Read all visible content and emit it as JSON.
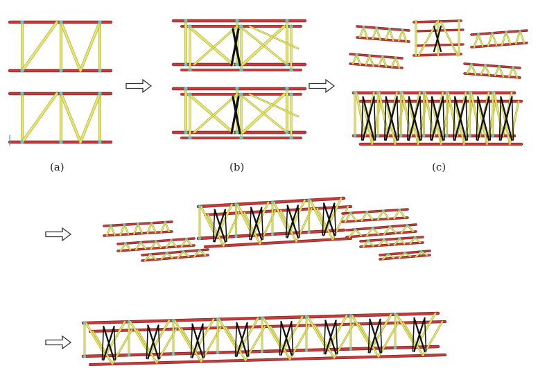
{
  "labels": {
    "a": "(a)",
    "b": "(b)",
    "c": "(c)"
  },
  "colors": {
    "chord": "#c43b3a",
    "chord_dark": "#7a1f1f",
    "web": "#e6e66a",
    "web_dark": "#9a9a2a",
    "node": "#5ec9c0",
    "brace": "#111111",
    "arrow": "#333333"
  },
  "icons": {
    "arrow": "right-arrow-outline-icon"
  }
}
